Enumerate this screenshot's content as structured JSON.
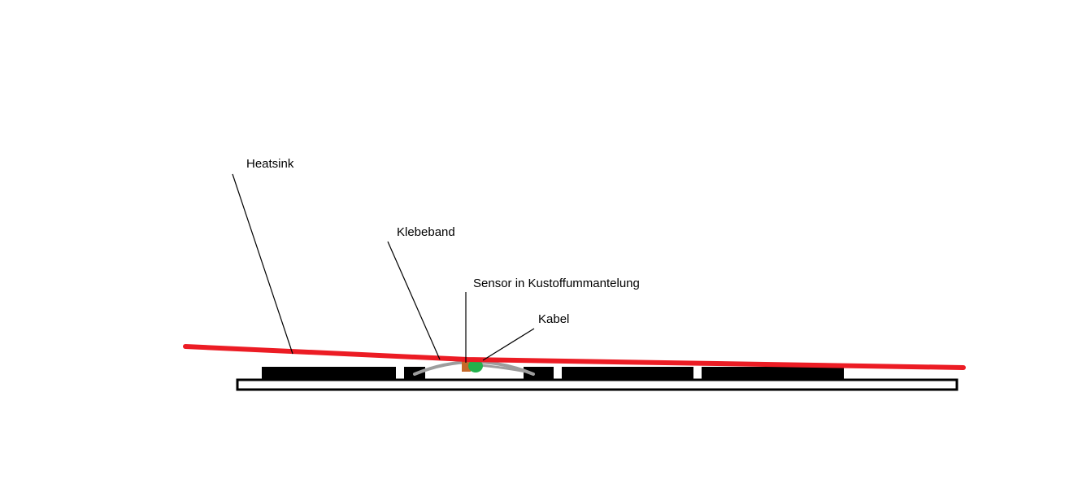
{
  "diagram": {
    "labels": {
      "heatsink": "Heatsink",
      "klebeband": "Klebeband",
      "sensor": "Sensor in Kustoffummantelung",
      "kabel": "Kabel"
    },
    "colors": {
      "background": "#ffffff",
      "heatsink_line": "#ec1c24",
      "base_plate_outline": "#000000",
      "base_plate_fill": "#ffffff",
      "segment_fill": "#000000",
      "tape": "#9d9d9d",
      "cable": "#9d9d9d",
      "sensor_body": "#22b14c",
      "sensor_sleeve": "#c66a2b",
      "leader_line": "#000000",
      "text": "#000000"
    }
  }
}
